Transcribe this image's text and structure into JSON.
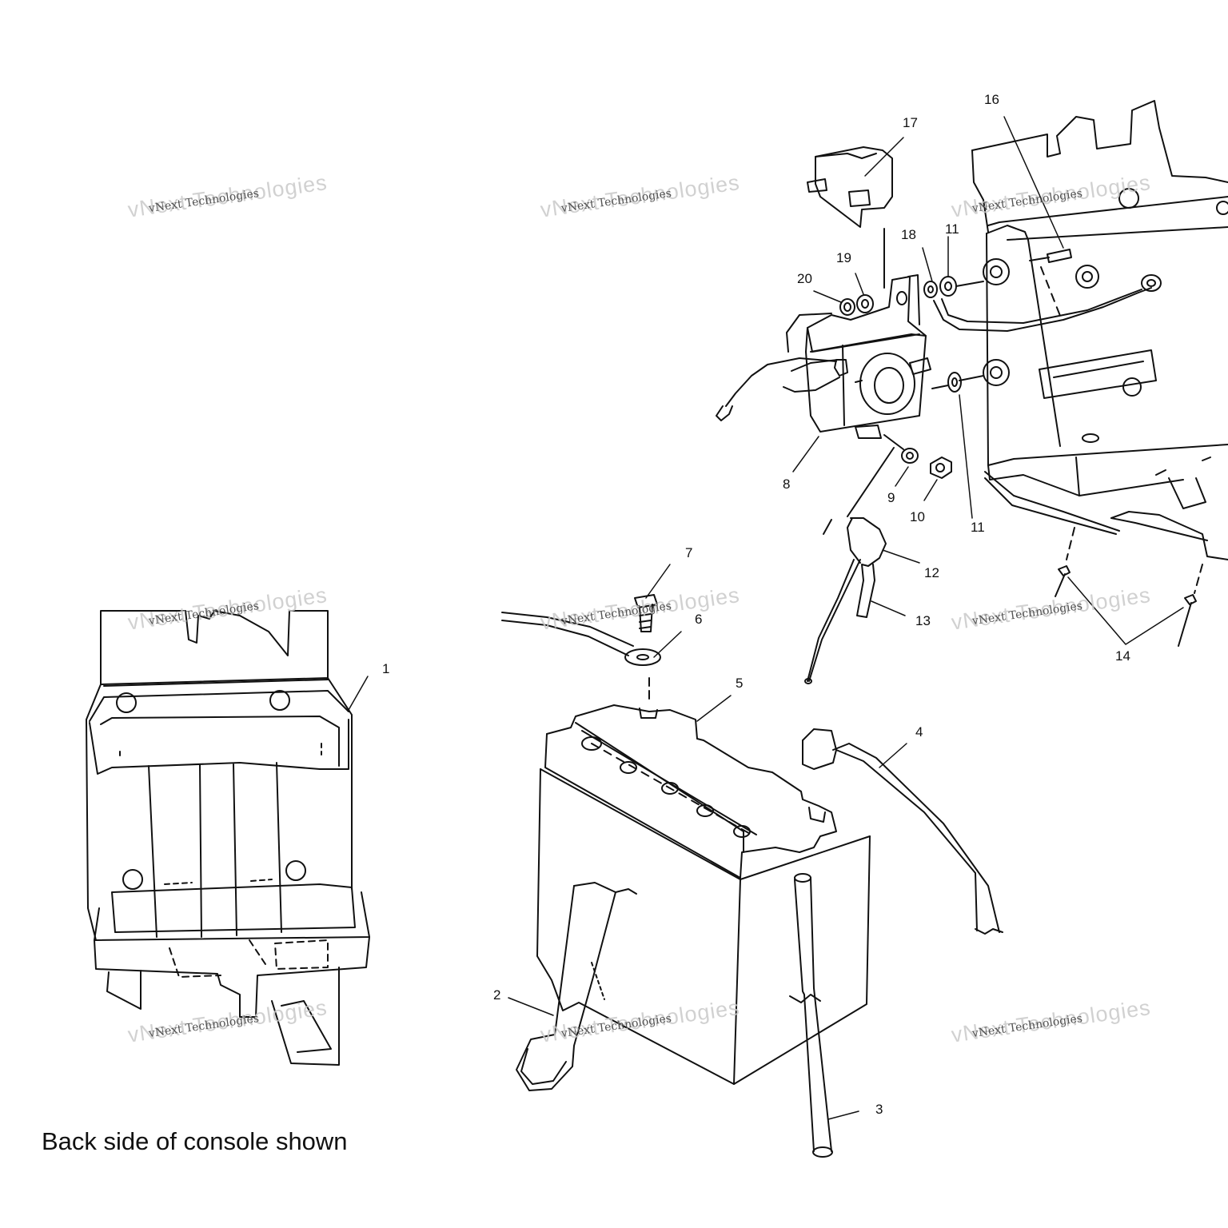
{
  "callouts": {
    "c1": "1",
    "c2": "2",
    "c3": "3",
    "c4": "4",
    "c5": "5",
    "c6": "6",
    "c7": "7",
    "c8": "8",
    "c9": "9",
    "c10": "10",
    "c11a": "11",
    "c11b": "11",
    "c12": "12",
    "c13": "13",
    "c14": "14",
    "c16": "16",
    "c17": "17",
    "c18": "18",
    "c19": "19",
    "c20": "20"
  },
  "caption": "Back side of console shown",
  "watermark": {
    "big": "vNext Technologies",
    "small": "vNext Technologies"
  },
  "colors": {
    "line": "#111111",
    "watermark": "#c9c9c9",
    "background": "#ffffff"
  }
}
